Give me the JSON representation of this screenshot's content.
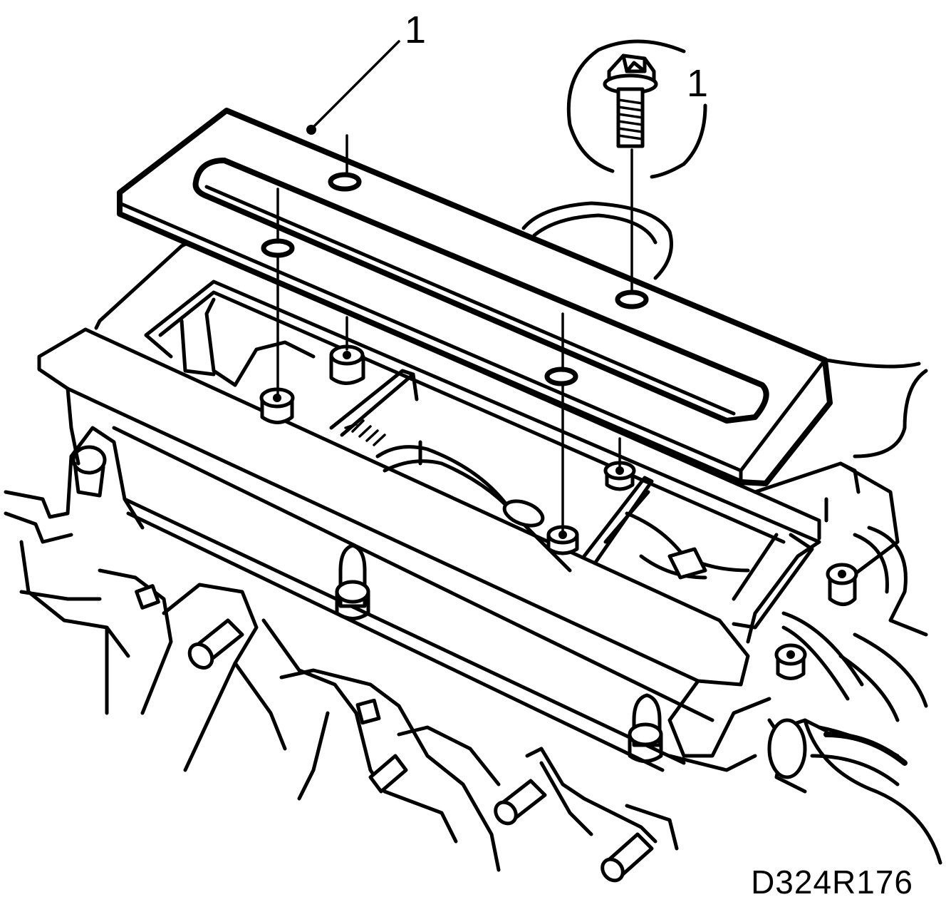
{
  "callouts": [
    {
      "label": "1",
      "target": "air-cleaner-cover"
    },
    {
      "label": "1",
      "target": "cover-bolt"
    }
  ],
  "drawing_id": "D324R176"
}
